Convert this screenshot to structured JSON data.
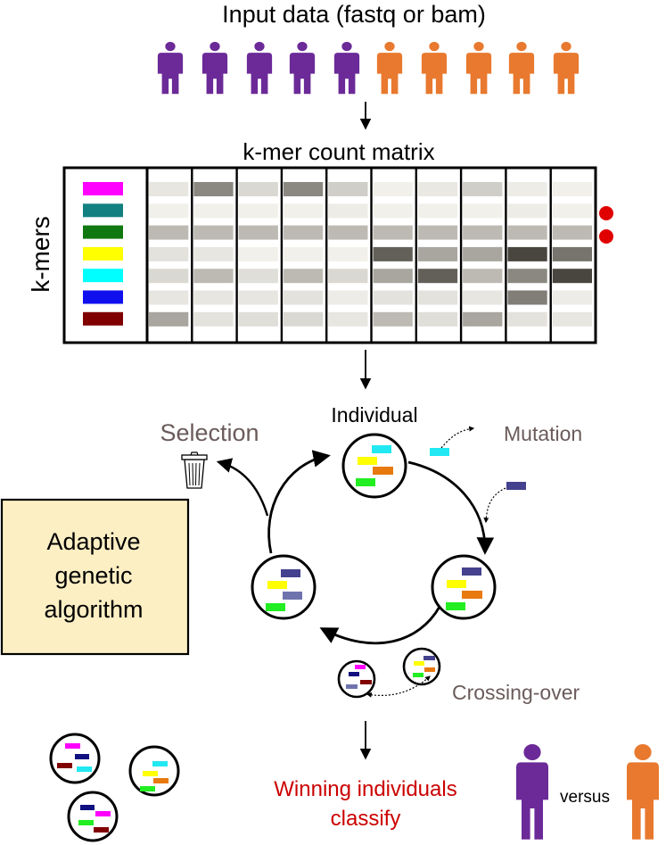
{
  "texts": {
    "input_title": "Input data (fastq or bam)",
    "matrix_title": "k-mer count matrix",
    "kmers_label": "k-mers",
    "individual": "Individual",
    "selection": "Selection",
    "mutation": "Mutation",
    "crossing_over": "Crossing-over",
    "algorithm_line1": "Adaptive",
    "algorithm_line2": "genetic",
    "algorithm_line3": "algorithm",
    "winners_line1": "Winning individuals",
    "winners_line2": "classify",
    "versus": "versus"
  },
  "colors": {
    "group_a": "#6b2a98",
    "group_b": "#e8792f",
    "accent_red": "#e00000",
    "winners_text": "#cc0000",
    "gray_label": "#6b5b5b",
    "algorithm_box_fill": "#fcefc4",
    "kmer_legend": [
      "#ff00ff",
      "#128080",
      "#107810",
      "#ffff00",
      "#00ffff",
      "#1010ee",
      "#800000"
    ],
    "gene_pieces": {
      "cyan": "#22e8f2",
      "yellow": "#ffff00",
      "orange": "#e8790f",
      "green": "#22ee22",
      "navy": "#44418e",
      "slate": "#6f73ad",
      "magenta": "#ff00ff",
      "dark_blue": "#101080",
      "maroon": "#800000"
    }
  },
  "people": {
    "group_a_count": 5,
    "group_b_count": 5
  },
  "matrix": {
    "row_count": 7,
    "column_count": 10,
    "selected_rows": [
      1,
      2
    ],
    "shading": [
      [
        0.92,
        0.45,
        0.85,
        0.45,
        0.8,
        0.97,
        0.93,
        0.8,
        0.95,
        0.97
      ],
      [
        0.97,
        0.97,
        0.97,
        0.97,
        0.95,
        0.97,
        0.97,
        0.97,
        0.95,
        0.97
      ],
      [
        0.7,
        0.7,
        0.7,
        0.7,
        0.7,
        0.7,
        0.7,
        0.7,
        0.7,
        0.7
      ],
      [
        0.9,
        0.92,
        0.97,
        0.97,
        0.97,
        0.25,
        0.6,
        0.6,
        0.12,
        0.35
      ],
      [
        0.85,
        0.7,
        0.88,
        0.7,
        0.85,
        0.6,
        0.25,
        0.7,
        0.45,
        0.12
      ],
      [
        0.92,
        0.92,
        0.92,
        0.9,
        0.95,
        0.9,
        0.9,
        0.92,
        0.4,
        0.95
      ],
      [
        0.6,
        0.9,
        0.88,
        0.85,
        0.92,
        0.7,
        0.88,
        0.6,
        0.9,
        0.92
      ]
    ]
  }
}
